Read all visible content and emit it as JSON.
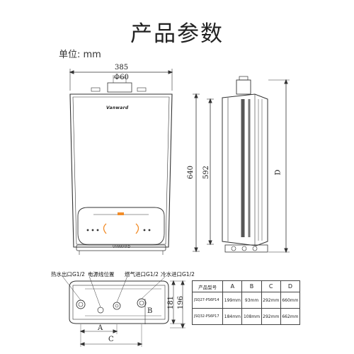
{
  "page": {
    "title": "产品参数",
    "unit": "单位: mm"
  },
  "dimensions": {
    "width": "385",
    "pipe": "Φ60",
    "height_total": "640",
    "height_body": "592",
    "depth_label": "D",
    "bottom_a": "A",
    "bottom_c": "C",
    "side_b": "B",
    "h181": "181",
    "h196": "196"
  },
  "front_panel": {
    "brand": "Vanward",
    "bottom_text": "VANWARD"
  },
  "connections": {
    "hot_out": "热水出口G1/2",
    "power": "电源线位置",
    "gas_in": "燃气进口G1/2",
    "cold_in": "冷水进口G1/2"
  },
  "spec_table": {
    "headers": [
      "产品型号",
      "A",
      "B",
      "C",
      "D"
    ],
    "rows": [
      {
        "model": "JSQ27-PS6P14",
        "A": "199mm",
        "B": "93mm",
        "C": "292mm",
        "D": "660mm"
      },
      {
        "model": "JSQ32-PS6P17",
        "A": "184mm",
        "B": "108mm",
        "C": "292mm",
        "D": "662mm"
      }
    ]
  },
  "colors": {
    "line": "#333333",
    "accent": "#f28c28"
  }
}
